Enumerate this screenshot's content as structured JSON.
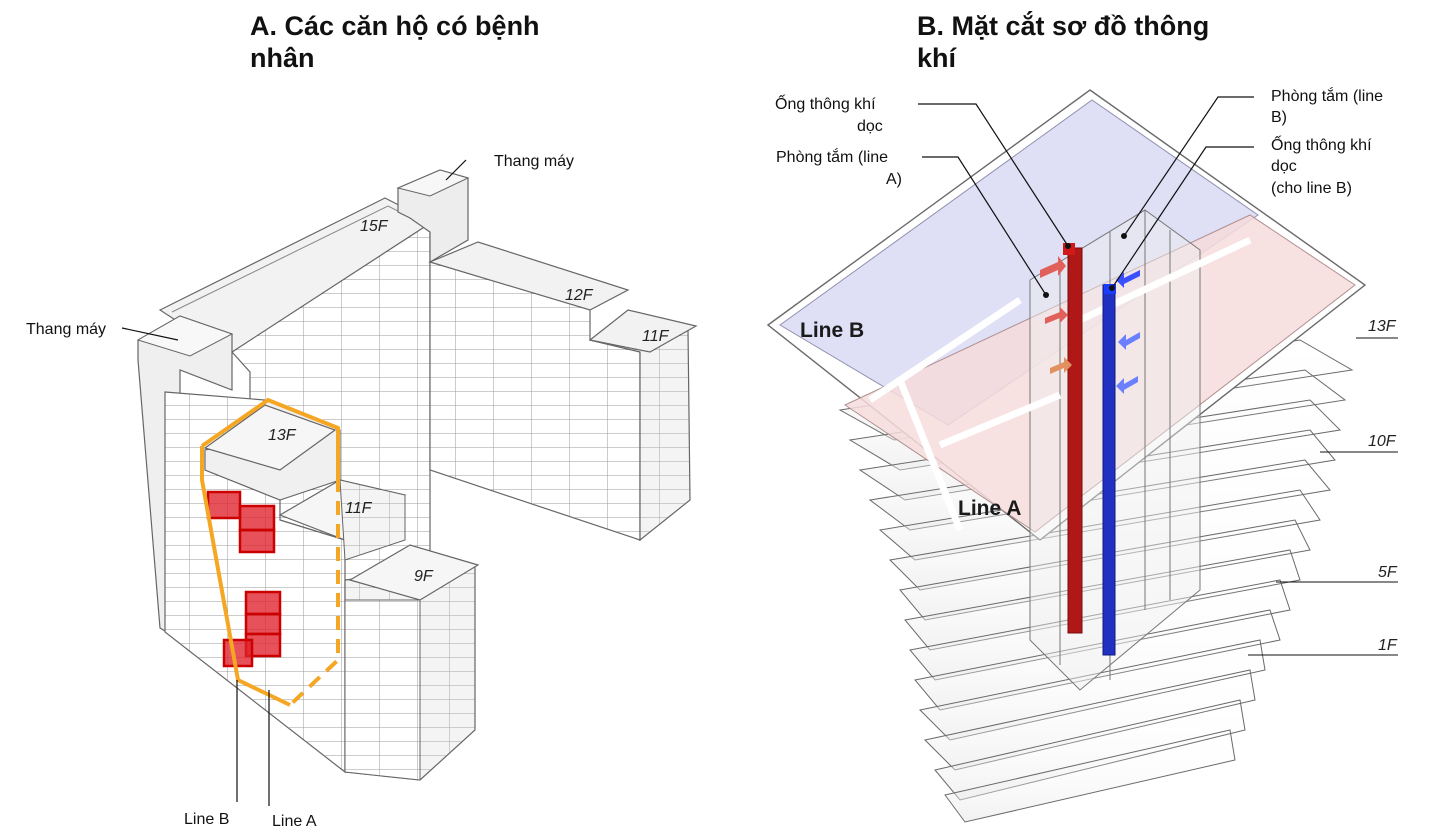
{
  "panel_a": {
    "title_line1": "A. Các căn hộ có bệnh",
    "title_line2": "nhân",
    "elevator_label_top": "Thang máy",
    "elevator_label_left": "Thang máy",
    "floors": {
      "f15": "15F",
      "f12": "12F",
      "f11_back": "11F",
      "f13": "13F",
      "f11_front": "11F",
      "f9": "9F"
    },
    "line_b": "Line B",
    "line_a": "Line A",
    "colors": {
      "highlight": "#f5a623",
      "patient": "#e0202a"
    }
  },
  "panel_b": {
    "title_line1": "B. Mặt cắt sơ đồ thông",
    "title_line2": "khí",
    "duct_a_label_line1": "Ống thông khí",
    "duct_a_label_line2": "dọc",
    "bath_a_label_line1": "Phòng tắm (line",
    "bath_a_label_line2": "A)",
    "bath_b_label_line1": "Phòng tắm (line",
    "bath_b_label_line2": "B)",
    "duct_b_label_line1": "Ống thông khí",
    "duct_b_label_line2": "dọc",
    "duct_b_label_line3": "(cho line B)",
    "line_b": "Line B",
    "line_a": "Line A",
    "floors": {
      "f13": "13F",
      "f10": "10F",
      "f5": "5F",
      "f1": "1F"
    },
    "colors": {
      "line_b_zone": "#dcdcf5",
      "line_a_zone": "#f6dcdc",
      "duct_a": "#b01818",
      "duct_b": "#2030c0"
    }
  }
}
